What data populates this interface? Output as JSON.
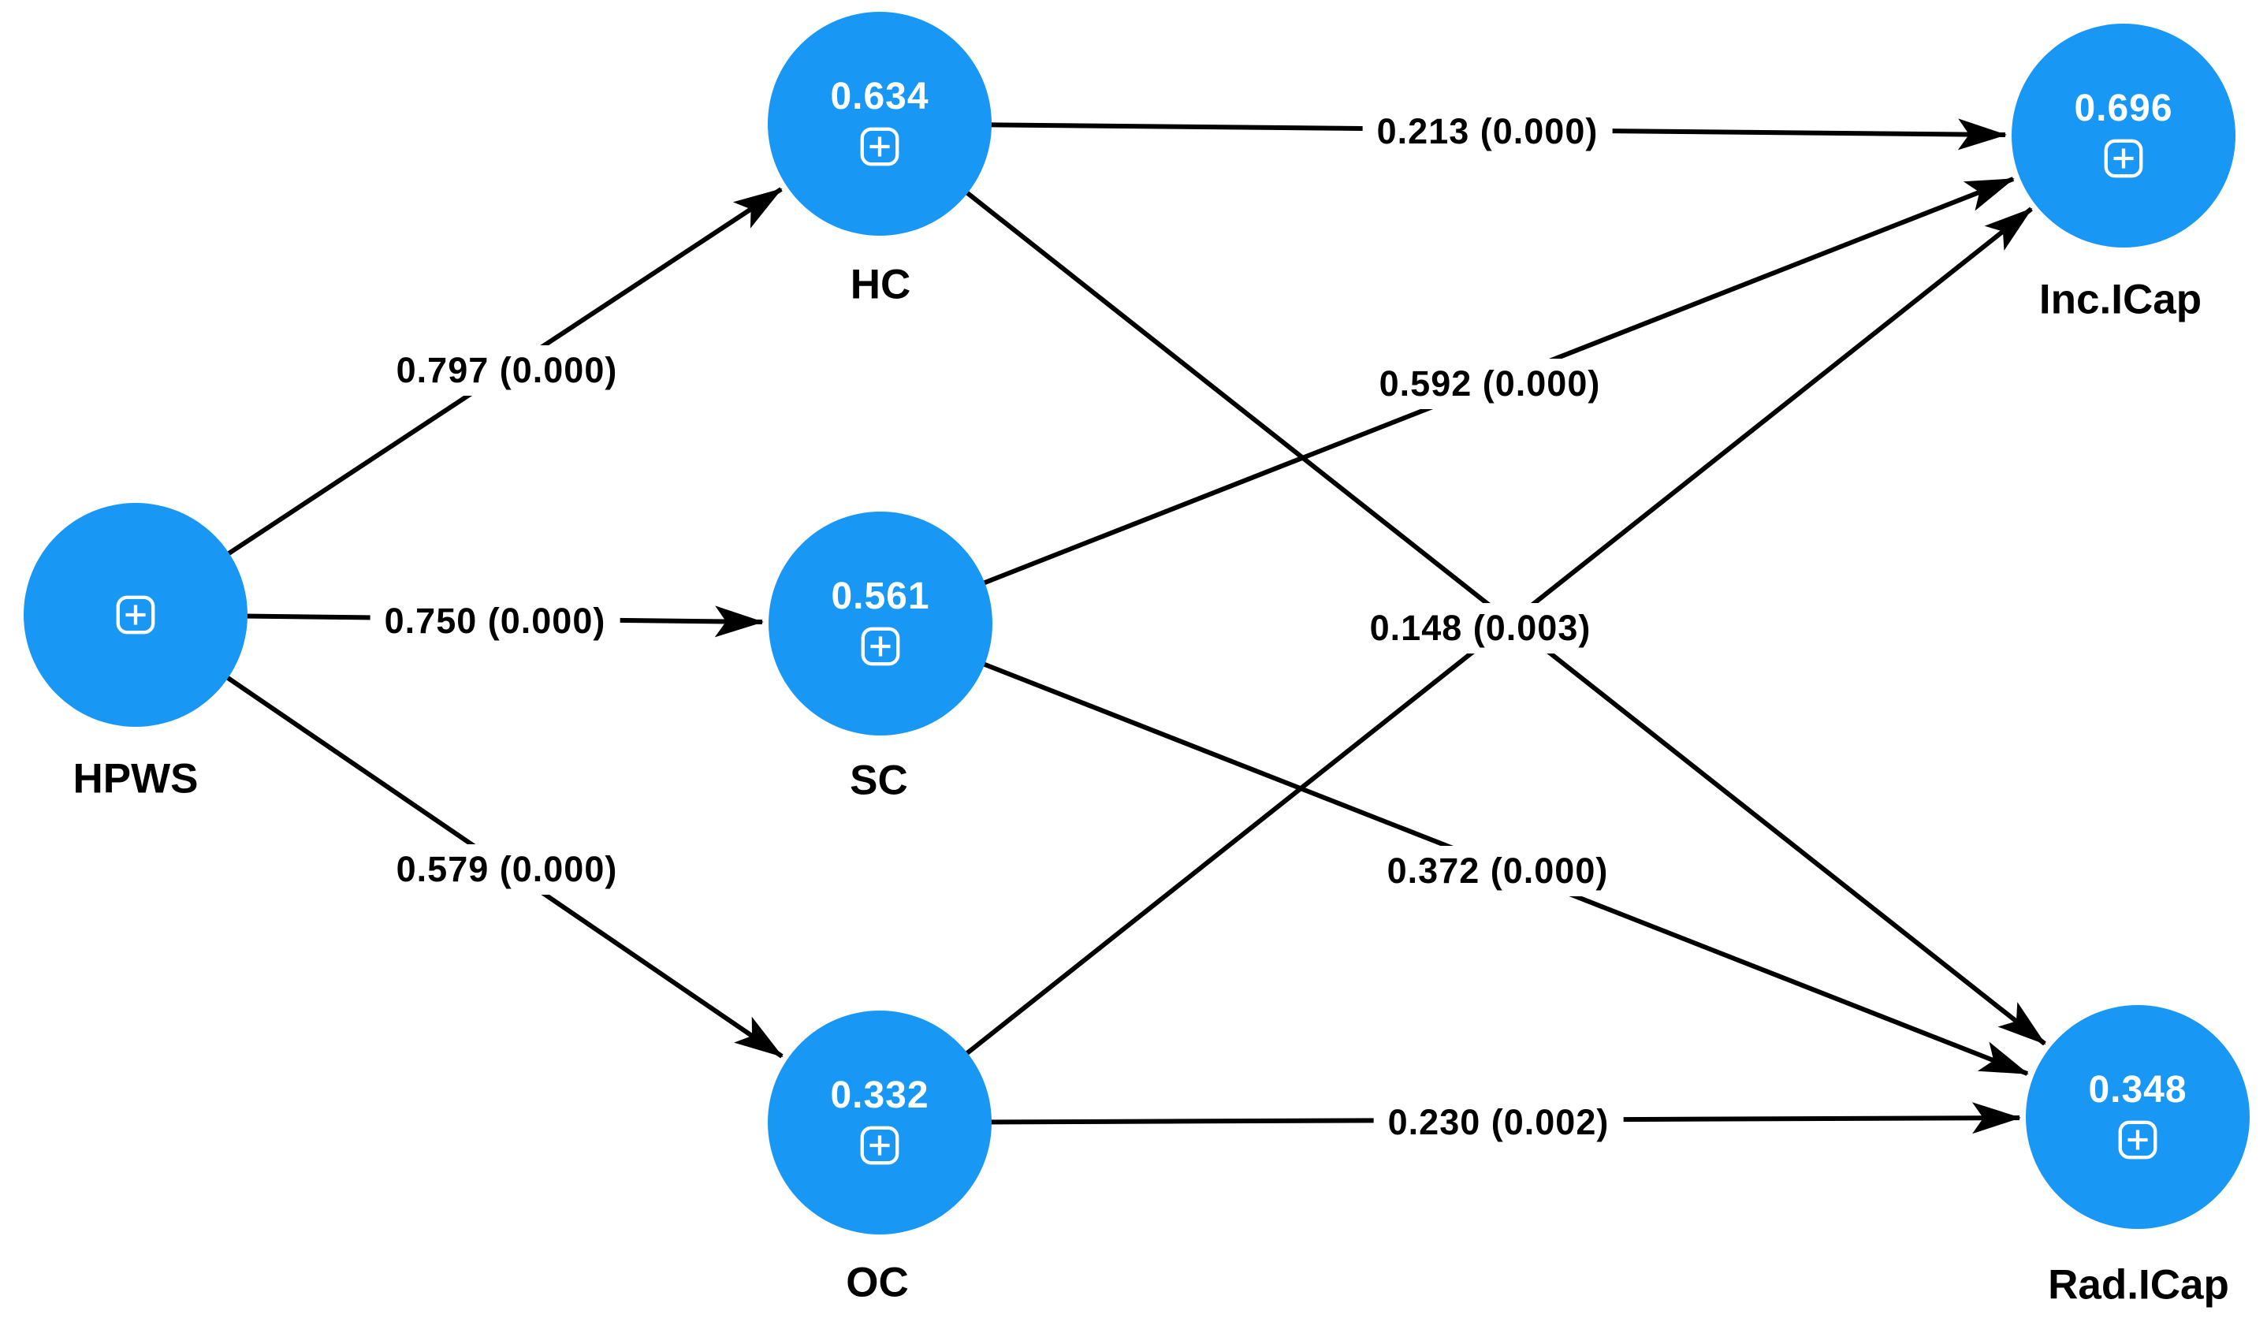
{
  "colors": {
    "node_fill": "#1997f5",
    "node_value_text": "#ffffff",
    "edge_line": "#000000",
    "label_text": "#000000",
    "background": "#ffffff"
  },
  "nodes": [
    {
      "id": "HPWS",
      "label": "HPWS",
      "r_squared": ""
    },
    {
      "id": "HC",
      "label": "HC",
      "r_squared": "0.634"
    },
    {
      "id": "SC",
      "label": "SC",
      "r_squared": "0.561"
    },
    {
      "id": "OC",
      "label": "OC",
      "r_squared": "0.332"
    },
    {
      "id": "Inc.ICap",
      "label": "Inc.ICap",
      "r_squared": "0.696"
    },
    {
      "id": "Rad.ICap",
      "label": "Rad.ICap",
      "r_squared": "0.348"
    }
  ],
  "edges": [
    {
      "from": "HPWS",
      "to": "HC",
      "label": "0.797 (0.000)",
      "coefficient": 0.797,
      "p_value": 0.0
    },
    {
      "from": "HPWS",
      "to": "SC",
      "label": "0.750 (0.000)",
      "coefficient": 0.75,
      "p_value": 0.0
    },
    {
      "from": "HPWS",
      "to": "OC",
      "label": "0.579 (0.000)",
      "coefficient": 0.579,
      "p_value": 0.0
    },
    {
      "from": "HC",
      "to": "Inc.ICap",
      "label": "0.213 (0.000)",
      "coefficient": 0.213,
      "p_value": 0.0
    },
    {
      "from": "SC",
      "to": "Inc.ICap",
      "label": "0.592 (0.000)",
      "coefficient": 0.592,
      "p_value": 0.0
    },
    {
      "from": "OC",
      "to": "Inc.ICap",
      "label": ""
    },
    {
      "from": "HC",
      "to": "Rad.ICap",
      "label": "0.148 (0.003)",
      "coefficient": 0.148,
      "p_value": 0.003
    },
    {
      "from": "SC",
      "to": "Rad.ICap",
      "label": "0.372 (0.000)",
      "coefficient": 0.372,
      "p_value": 0.0
    },
    {
      "from": "OC",
      "to": "Rad.ICap",
      "label": "0.230 (0.002)",
      "coefficient": 0.23,
      "p_value": 0.002
    }
  ]
}
